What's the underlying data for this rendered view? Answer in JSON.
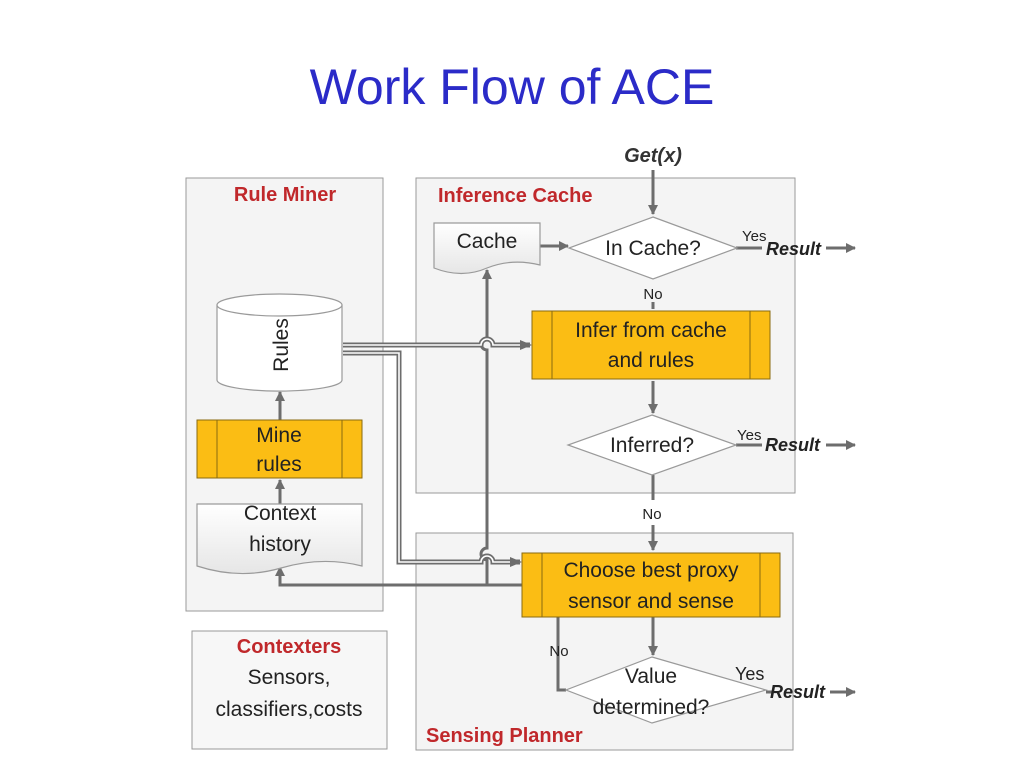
{
  "title": "Work Flow of ACE",
  "entry": "Get(x)",
  "panels": {
    "rule_miner": "Rule Miner",
    "inference_cache": "Inference Cache",
    "sensing_planner": "Sensing Planner"
  },
  "contexters": {
    "title": "Contexters",
    "line1": "Sensors,",
    "line2": "classifiers,costs"
  },
  "nodes": {
    "cache": "Cache",
    "in_cache": "In Cache?",
    "rules": "Rules",
    "infer_line1": "Infer from cache",
    "infer_line2": "and rules",
    "inferred": "Inferred?",
    "mine_line1": "Mine",
    "mine_line2": "rules",
    "context_line1": "Context",
    "context_line2": "history",
    "choose_line1": "Choose best proxy",
    "choose_line2": "sensor and sense",
    "value_line1": "Value",
    "value_line2": "determined?"
  },
  "edge_labels": {
    "yes": "Yes",
    "no": "No",
    "result": "Result"
  },
  "colors": {
    "title": "#2b2bc8",
    "panel_title": "#c0282b",
    "process_fill": "#fbbd14",
    "panel_fill": "#f4f4f4",
    "connector": "#6d6d6d"
  }
}
